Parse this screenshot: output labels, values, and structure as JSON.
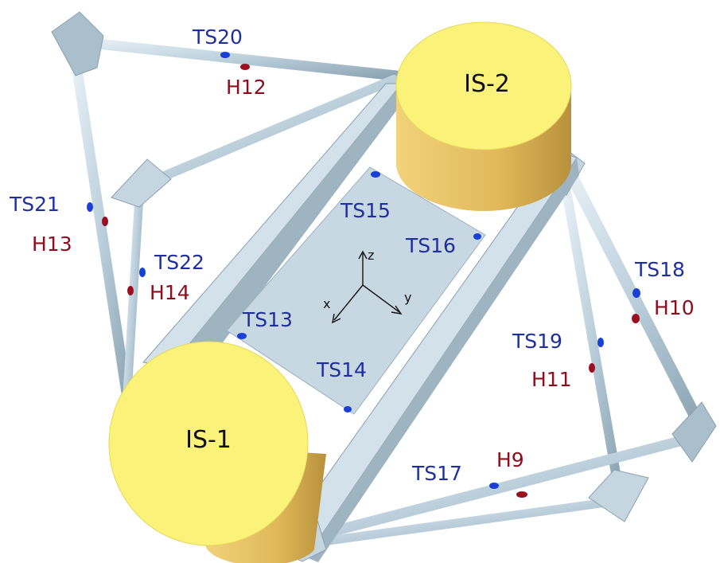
{
  "colors": {
    "sensor_ts": "#1a3fd6",
    "sensor_h": "#9a1020",
    "label_ts": "#1f2f9e",
    "label_h": "#8a1020",
    "isolator_top": "#fbf27a",
    "isolator_side": "#e0b85a",
    "structure": "#c9d9e4",
    "strut": "#bcd0dc"
  },
  "isolators": [
    {
      "id": "is1",
      "label": "IS-1"
    },
    {
      "id": "is2",
      "label": "IS-2"
    }
  ],
  "axes": {
    "x": "x",
    "y": "y",
    "z": "z"
  },
  "sensors": [
    {
      "id": "ts13",
      "label": "TS13",
      "kind": "TS"
    },
    {
      "id": "ts14",
      "label": "TS14",
      "kind": "TS"
    },
    {
      "id": "ts15",
      "label": "TS15",
      "kind": "TS"
    },
    {
      "id": "ts16",
      "label": "TS16",
      "kind": "TS"
    },
    {
      "id": "ts17",
      "label": "TS17",
      "kind": "TS"
    },
    {
      "id": "ts18",
      "label": "TS18",
      "kind": "TS"
    },
    {
      "id": "ts19",
      "label": "TS19",
      "kind": "TS"
    },
    {
      "id": "ts20",
      "label": "TS20",
      "kind": "TS"
    },
    {
      "id": "ts21",
      "label": "TS21",
      "kind": "TS"
    },
    {
      "id": "ts22",
      "label": "TS22",
      "kind": "TS"
    },
    {
      "id": "h9",
      "label": "H9",
      "kind": "H"
    },
    {
      "id": "h10",
      "label": "H10",
      "kind": "H"
    },
    {
      "id": "h11",
      "label": "H11",
      "kind": "H"
    },
    {
      "id": "h12",
      "label": "H12",
      "kind": "H"
    },
    {
      "id": "h13",
      "label": "H13",
      "kind": "H"
    },
    {
      "id": "h14",
      "label": "H14",
      "kind": "H"
    }
  ]
}
